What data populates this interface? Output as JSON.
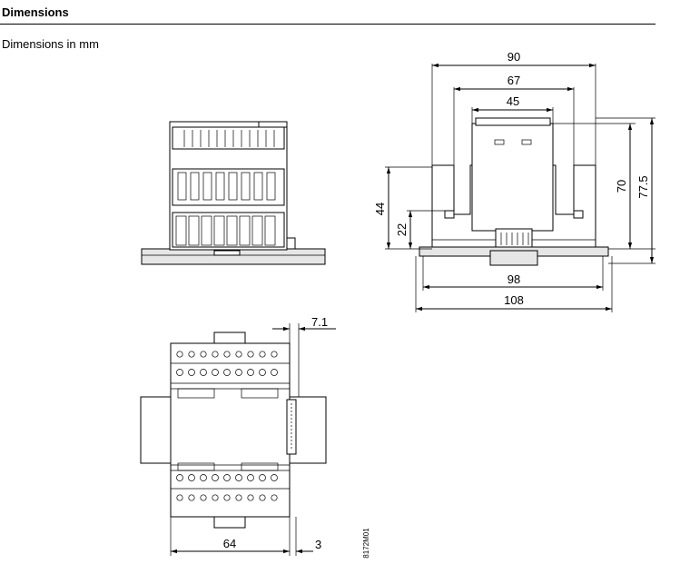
{
  "header": {
    "title": "Dimensions",
    "subtitle": "Dimensions in mm"
  },
  "dims": {
    "w90": "90",
    "w67": "67",
    "w45": "45",
    "h70": "70",
    "h775": "77.5",
    "h44": "44",
    "h22": "22",
    "w98": "98",
    "w108": "108",
    "t71": "7.1",
    "b64": "64",
    "b3": "3"
  },
  "drawing_id": "8172M01"
}
